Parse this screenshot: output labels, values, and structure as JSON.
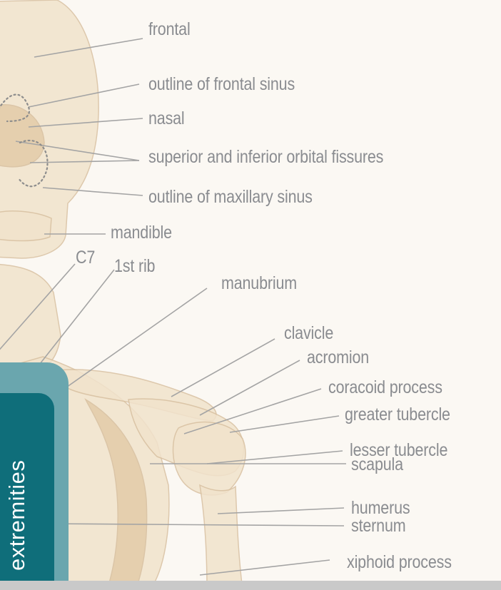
{
  "colors": {
    "background": "#fbf8f3",
    "label_text": "#8a8c90",
    "leader_line": "#a4a4a4",
    "bone_fill": "#f1e3cc",
    "bone_shade": "#e3cca8",
    "bone_outline": "#d8c0a0",
    "tab_outer": "#6aa6ae",
    "tab_inner": "#0f6e7a",
    "tab_text": "#ffffff",
    "bottom_bar": "#c9c9c9"
  },
  "labels": [
    {
      "id": "frontal",
      "text": "frontal"
    },
    {
      "id": "frontal_sinus",
      "text": "outline of frontal sinus"
    },
    {
      "id": "nasal",
      "text": "nasal"
    },
    {
      "id": "orbital_fissures",
      "text": "superior and inferior orbital fissures"
    },
    {
      "id": "maxillary_sinus",
      "text": "outline of maxillary sinus"
    },
    {
      "id": "mandible",
      "text": "mandible"
    },
    {
      "id": "c7",
      "text": "C7"
    },
    {
      "id": "first_rib",
      "text": "1st rib"
    },
    {
      "id": "manubrium",
      "text": "manubrium"
    },
    {
      "id": "clavicle",
      "text": "clavicle"
    },
    {
      "id": "acromion",
      "text": "acromion"
    },
    {
      "id": "coracoid",
      "text": "coracoid process"
    },
    {
      "id": "greater_tubercle",
      "text": "greater tubercle"
    },
    {
      "id": "lesser_tubercle",
      "text": "lesser tubercle"
    },
    {
      "id": "scapula",
      "text": "scapula"
    },
    {
      "id": "humerus",
      "text": "humerus"
    },
    {
      "id": "sternum",
      "text": "sternum"
    },
    {
      "id": "xiphoid",
      "text": "xiphoid process"
    }
  ],
  "side_tab": {
    "text": "extremities"
  }
}
